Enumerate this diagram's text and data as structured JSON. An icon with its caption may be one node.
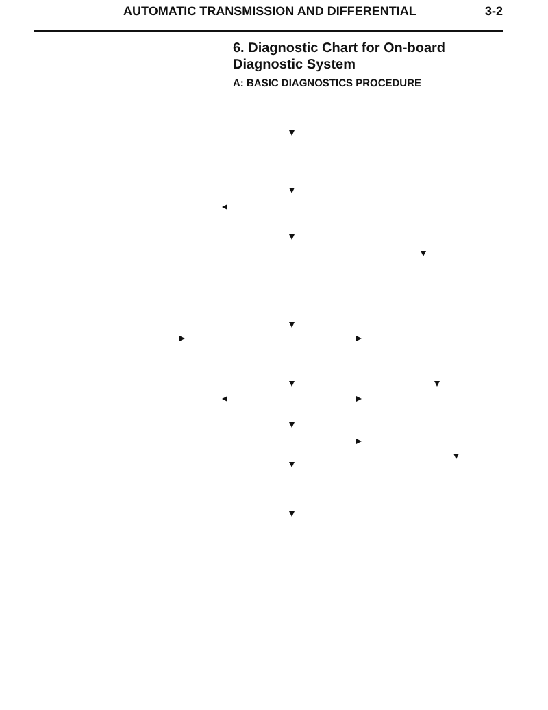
{
  "diagram": {
    "title": "6. Diagnostic Chart for On-board Diagnostic System",
    "labels": [
      "AUTOMATIC TRANSMISSION AND DIFFERENTIAL",
      "3-2",
      "A: BASIC DIAGNOSTICS PROCEDURE"
    ]
  }
}
